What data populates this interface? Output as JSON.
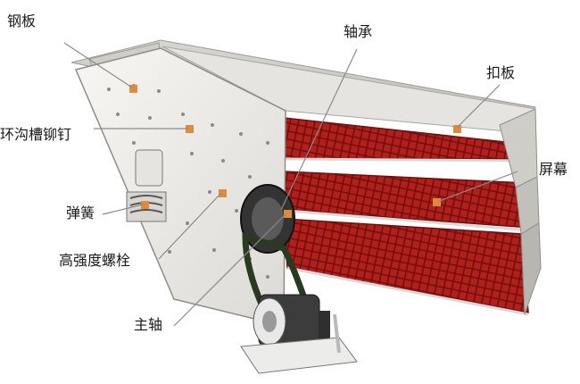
{
  "diagram": {
    "labels": {
      "steel_plate": "钢板",
      "ring_groove_rivet": "环沟槽铆钉",
      "spring": "弹簧",
      "high_strength_bolt": "高强度螺栓",
      "main_shaft": "主轴",
      "bearing": "轴承",
      "clamp_plate": "扣板",
      "screen_mesh": "屏幕"
    },
    "colors": {
      "frame": "#e9e7e3",
      "side_plate": "#f3f2ef",
      "screen_red": "#b3201c",
      "screen_dark": "#7a1210",
      "marker": "#e08a3c",
      "leader": "#8a8a8a",
      "motor": "#3c3c3c",
      "belt": "#2a3a20"
    }
  }
}
